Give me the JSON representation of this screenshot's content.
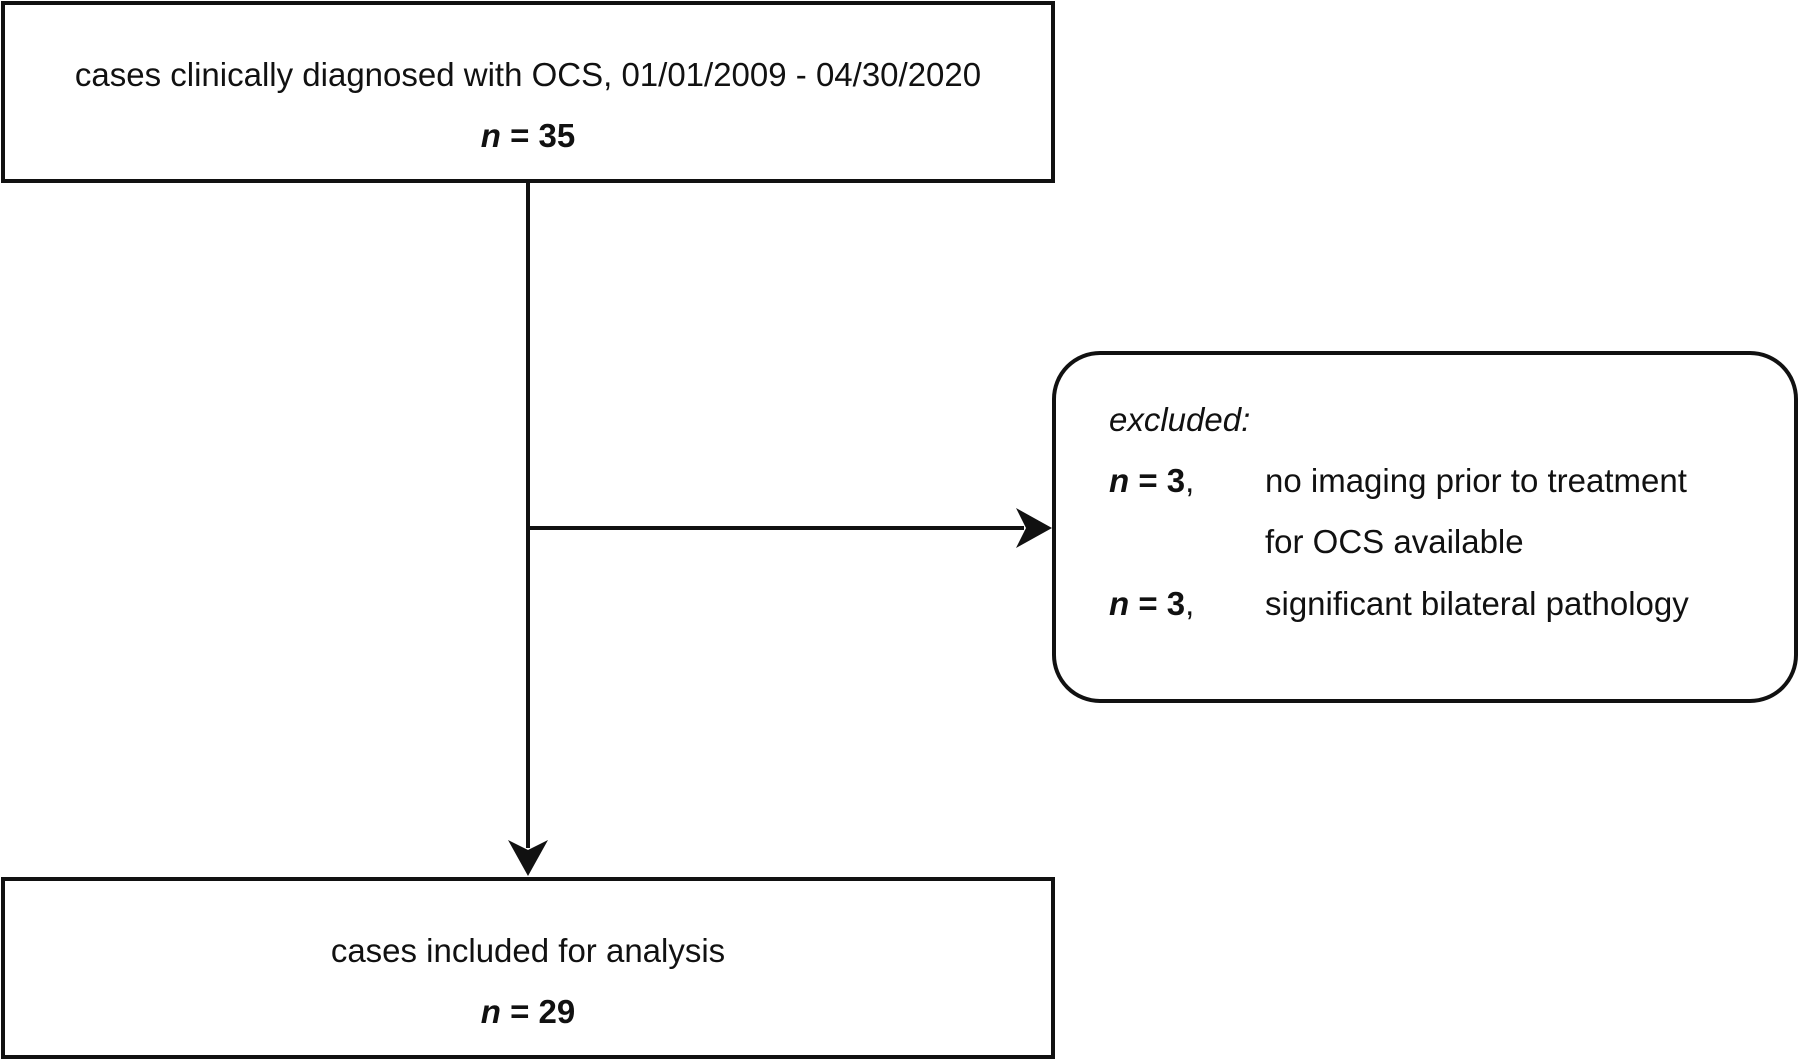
{
  "top_box": {
    "label": "cases clinically diagnosed with OCS, 01/01/2009 - 04/30/2020",
    "n_var": "n",
    "n_eq": " = 35"
  },
  "excluded_box": {
    "header": "excluded:",
    "items": [
      {
        "n_var": "n",
        "n_eq": " = 3",
        "sep": ",",
        "reason_lines": [
          "no imaging prior to treatment",
          "for OCS available"
        ]
      },
      {
        "n_var": "n",
        "n_eq": " = 3",
        "sep": ",",
        "reason_lines": [
          "significant bilateral pathology"
        ]
      }
    ]
  },
  "bottom_box": {
    "label": "cases included for analysis",
    "n_var": "n",
    "n_eq": " = 29"
  },
  "colors": {
    "stroke": "#111111",
    "background": "#ffffff"
  }
}
